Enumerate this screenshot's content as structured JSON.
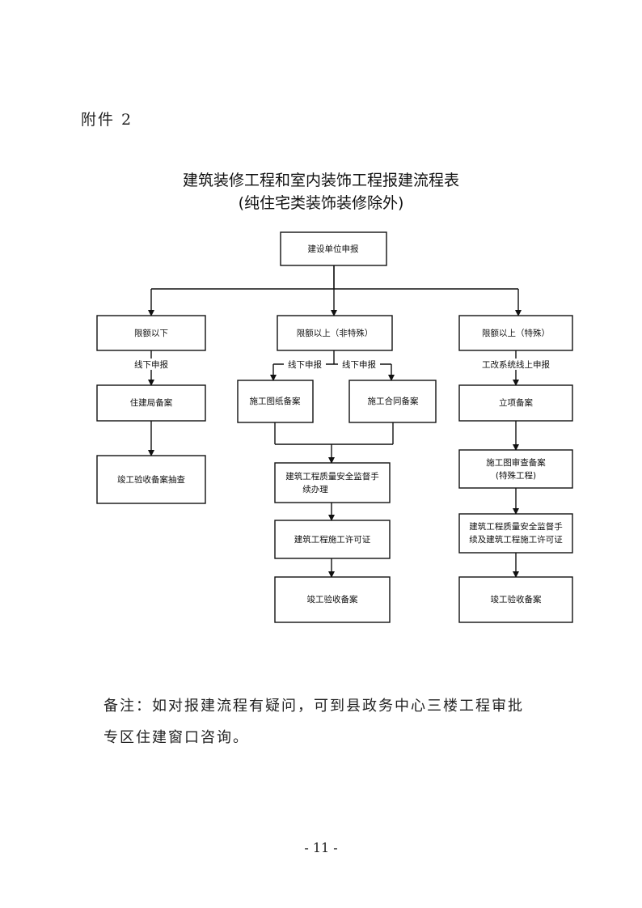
{
  "attachment": "附件 2",
  "title": {
    "line1": "建筑装修工程和室内装饰工程报建流程表",
    "line2": "(纯住宅类装饰装修除外)"
  },
  "nodes": {
    "start": "建设单位申报",
    "branch_left": "限额以下",
    "branch_mid": "限额以上（非特殊）",
    "branch_right": "限额以上（特殊）",
    "left_1": "住建局备案",
    "left_2": "竣工验收备案抽查",
    "mid_a": "施工图纸备案",
    "mid_b": "施工合同备案",
    "mid_2_line1": "建筑工程质量安全监督手",
    "mid_2_line2": "续办理",
    "mid_3": "建筑工程施工许可证",
    "mid_4": "竣工验收备案",
    "right_1": "立项备案",
    "right_2_line1": "施工图审查备案",
    "right_2_line2": "(特殊工程)",
    "right_3_line1": "建筑工程质量安全监督手",
    "right_3_line2": "续及建筑工程施工许可证",
    "right_4": "竣工验收备案"
  },
  "edges": {
    "left_label": "线下申报",
    "mid_a_label": "线下申报",
    "mid_b_label": "线下申报",
    "right_label": "工改系统线上申报"
  },
  "note": {
    "line1": "备注：如对报建流程有疑问，可到县政务中心三楼工程审批",
    "line2": "专区住建窗口咨询。"
  },
  "page_number": "- 11 -"
}
